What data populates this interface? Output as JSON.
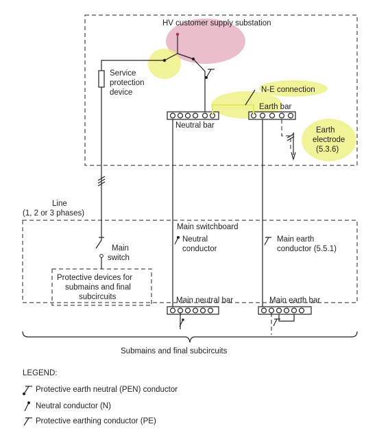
{
  "colors": {
    "highlight_yellow": "#eef080",
    "highlight_pink": "#d98aa0",
    "nearth_line": "#c8cc3a",
    "line": "#222222"
  },
  "labels": {
    "substation": "HV customer supply substation",
    "service_protection": [
      "Service",
      "protection",
      "device"
    ],
    "ne_connection": "N-E connection",
    "earth_bar": "Earth bar",
    "neutral_bar": "Neutral bar",
    "earth_electrode": [
      "Earth",
      "electrode",
      "(5.3.6)"
    ],
    "line": [
      "Line",
      "(1, 2 or 3 phases)"
    ],
    "main_switchboard": "Main switchboard",
    "neutral_conductor": [
      "Neutral",
      "conductor"
    ],
    "main_earth_conductor": [
      "Main earth",
      "conductor (5.5.1)"
    ],
    "main_switch": [
      "Main",
      "switch"
    ],
    "protective_devices": [
      "Protective devices for",
      "submains and final",
      "subcircuits"
    ],
    "main_neutral_bar": "Main neutral bar",
    "main_earth_bar": "Main earth bar",
    "submains": "Submains and final subcircuits"
  },
  "legend": {
    "title": "LEGEND:",
    "items": [
      {
        "icon": "pen-conductor-icon",
        "text": "Protective earth neutral (PEN) conductor"
      },
      {
        "icon": "neutral-conductor-icon",
        "text": "Neutral conductor (N)"
      },
      {
        "icon": "pe-conductor-icon",
        "text": "Protective earthing conductor (PE)"
      }
    ]
  }
}
